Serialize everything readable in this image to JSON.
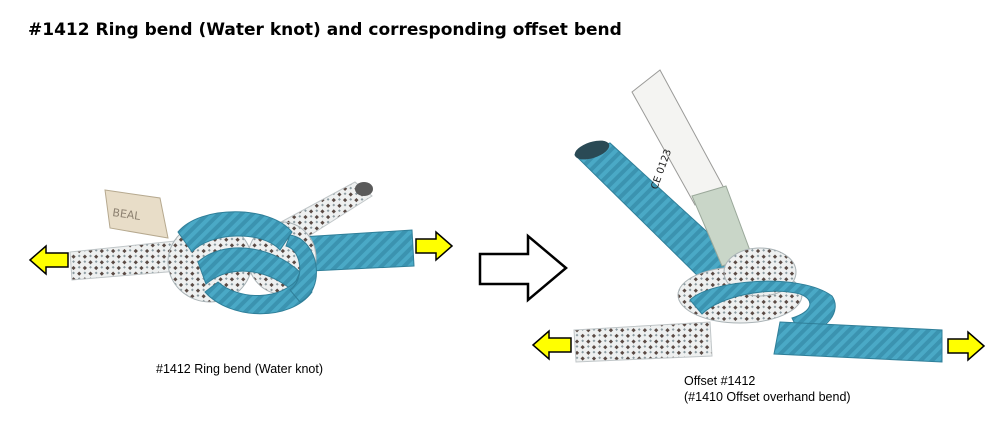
{
  "title": "#1412 Ring bend (Water knot) and corresponding offset bend",
  "left_figure": {
    "caption": "#1412 Ring bend (Water knot)",
    "rope_label_text": "BEAL"
  },
  "right_figure": {
    "caption_line1": "Offset #1412",
    "caption_line2": "(#1410 Offset overhand bend)",
    "rope_label_text": "CE 0123"
  },
  "colors": {
    "arrow_fill": "#ffff00",
    "arrow_stroke": "#000000",
    "transition_arrow_fill": "#ffffff",
    "blue_rope": "#4aa9c6",
    "white_rope": "#e9ecec"
  }
}
